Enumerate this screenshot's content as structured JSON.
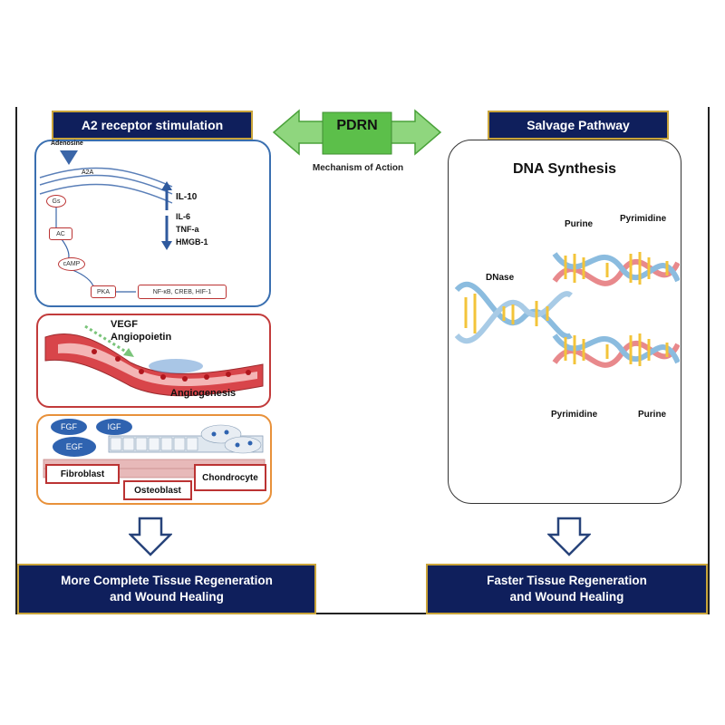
{
  "center": {
    "pdrn": "PDRN",
    "mechanism": "Mechanism of Action"
  },
  "left": {
    "header": "A2 receptor stimulation",
    "pathway": {
      "adenosine": "Adenosine",
      "receptor": "A2A",
      "gs": "Gs",
      "ac": "AC",
      "camp": "cAMP",
      "pka": "PKA",
      "factors": "NF-κB, CREB, HIF-1",
      "up": [
        "IL-10"
      ],
      "down": [
        "IL-6",
        "TNF-a",
        "HMGB-1"
      ]
    },
    "vessel": {
      "vegf": "VEGF",
      "angiopoietin": "Angiopoietin",
      "angiogenesis": "Angiogenesis"
    },
    "growth": {
      "factors": [
        "FGF",
        "IGF",
        "EGF"
      ],
      "cells": [
        "Fibroblast",
        "Osteoblast",
        "Chondrocyte"
      ]
    },
    "outcome": [
      "More Complete Tissue Regeneration",
      "and Wound Healing"
    ]
  },
  "right": {
    "header": "Salvage Pathway",
    "title": "DNA Synthesis",
    "labels": {
      "dnase": "DNase",
      "purine_top": "Purine",
      "pyrimidine_top": "Pyrimidine",
      "pyrimidine_bottom": "Pyrimidine",
      "purine_bottom": "Purine"
    },
    "outcome": [
      "Faster Tissue Regeneration",
      "and Wound Healing"
    ]
  },
  "colors": {
    "navy": "#0f1f5c",
    "gold": "#c9a43a",
    "green": "#5cbf4a",
    "blue_border": "#3a6fb0",
    "red_border": "#c23b3b",
    "orange_border": "#e8913a"
  }
}
